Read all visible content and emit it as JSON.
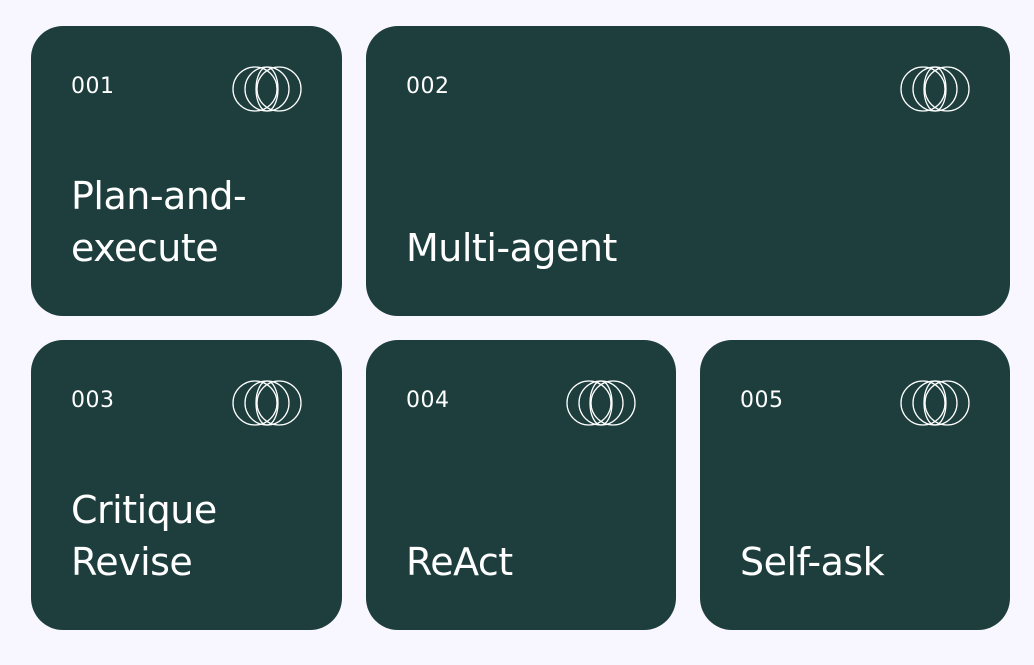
{
  "colors": {
    "background": "#f8f6fe",
    "card": "#1e3e3e",
    "text": "#ffffff"
  },
  "cards": [
    {
      "number": "001",
      "title": "Plan-and-\nexecute",
      "icon": "overlapping-circles-icon"
    },
    {
      "number": "002",
      "title": "Multi-agent",
      "icon": "overlapping-circles-icon"
    },
    {
      "number": "003",
      "title": "Critique\nRevise",
      "icon": "overlapping-circles-icon"
    },
    {
      "number": "004",
      "title": "ReAct",
      "icon": "overlapping-circles-icon"
    },
    {
      "number": "005",
      "title": "Self-ask",
      "icon": "overlapping-circles-icon"
    }
  ]
}
